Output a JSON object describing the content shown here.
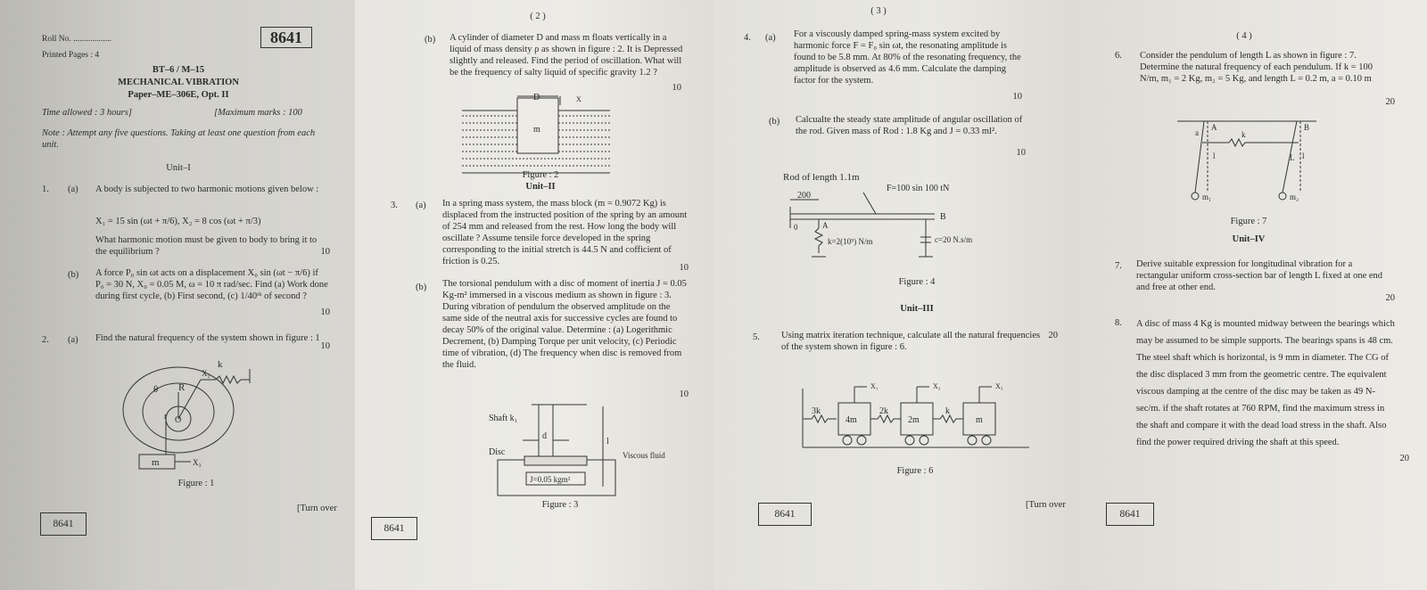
{
  "page1": {
    "roll_no": "Roll No. ..................",
    "paper_code": "8641",
    "printed_pages": "Printed Pages : 4",
    "exam_code": "BT–6 / M–15",
    "subject": "MECHANICAL VIBRATION",
    "paper": "Paper–ME–306E, Opt. II",
    "time": "Time allowed : 3 hours]",
    "marks": "[Maximum marks : 100",
    "note": "Note : Attempt any five questions. Taking at least one question from each unit.",
    "unit": "Unit–I",
    "q1_num": "1.",
    "q1a_label": "(a)",
    "q1a_text": "A body is subjected to two harmonic motions given below :",
    "q1a_eq": "X₁ = 15 sin (ωt + π/6),   X₂ = 8 cos (ωt + π/3)",
    "q1a_text2": "What harmonic motion must be given to body to bring it to the equilibrium ?",
    "q1a_marks": "10",
    "q1b_label": "(b)",
    "q1b_text": "A force P₀ sin ωt acts on a displacement X₀ sin (ωt − π/6) if P₀ = 30 N, X₀ = 0.05 M, ω = 10 π rad/sec. Find (a) Work done during first cycle, (b) First second, (c) 1/40ᵗʰ of second ?",
    "q1b_marks": "10",
    "q2_num": "2.",
    "q2a_label": "(a)",
    "q2a_text": "Find the natural frequency of the system shown in figure : 1",
    "q2a_marks": "10",
    "fig1_theta": "θ",
    "fig1_R": "R",
    "fig1_r": "r",
    "fig1_O": "O",
    "fig1_k": "k",
    "fig1_x2": "X₂",
    "fig1_m": "m",
    "fig1_x3": "X₃",
    "fig1_caption": "Figure : 1",
    "turn_over": "[Turn over",
    "footer_code": "8641"
  },
  "page2": {
    "page_num": "( 2 )",
    "q2b_label": "(b)",
    "q2b_text": "A cylinder of diameter D and mass m floats vertically in a liquid of mass density ρ as shown in figure : 2. It is Depressed slightly and released. Find the period of oscillation. What will be the frequency of salty liquid of specific gravity 1.2 ?",
    "q2b_marks": "10",
    "fig2_D": "D",
    "fig2_x": "X",
    "fig2_m": "m",
    "fig2_caption": "Figure : 2",
    "unit": "Unit–II",
    "q3_num": "3.",
    "q3a_label": "(a)",
    "q3a_text": "In a spring mass system, the mass block (m = 0.9072 Kg) is displaced from the instructed position of the spring by an amount of 254 mm and released from the rest. How long the body will oscillate ? Assume tensile force developed in the spring corresponding to the initial stretch is 44.5 N and cofficient of friction is 0.25.",
    "q3a_marks": "10",
    "q3b_label": "(b)",
    "q3b_text": "The torsional pendulum with a disc of moment of inertia J = 0.05 Kg-m² immersed in a viscous medium as shown in figure : 3. During vibration of pendulum the observed amplitude on the same side of the neutral axis for successive cycles are found to decay 50% of the original value. Determine : (a) Logerithmic Decrement, (b) Damping Torque per unit velocity, (c) Periodic time of vibration, (d) The frequency when disc is removed from the fluid.",
    "q3b_marks": "10",
    "fig3_shaft": "Shaft k₁",
    "fig3_d": "d",
    "fig3_l": "l",
    "fig3_disc": "Disc",
    "fig3_viscous": "Viscous fluid",
    "fig3_J": "J=0.05 kgm²",
    "fig3_caption": "Figure : 3",
    "footer_code": "8641"
  },
  "page3": {
    "page_num": "( 3 )",
    "q4_num": "4.",
    "q4a_label": "(a)",
    "q4a_text": "For a viscously damped spring-mass system excited by harmonic force F = F₀ sin ωt, the resonating amplitude is found to be 5.8 mm. At 80% of the resonating frequency, the amplitude is observed as 4.6 mm. Calculate the damping factor for the system.",
    "q4a_marks": "10",
    "q4b_label": "(b)",
    "q4b_text": "Calcualte the steady state amplitude of angular oscillation of the rod. Given mass of Rod : 1.8 Kg and J = 0.33 ml².",
    "q4b_marks": "10",
    "fig4_rod": "Rod of length 1.1m",
    "fig4_force": "F=100 sin 100 tN",
    "fig4_200": "200",
    "fig4_0": "0",
    "fig4_A": "A",
    "fig4_B": "B",
    "fig4_k": "k=2(10⁵) N/m",
    "fig4_c": "c=20 N.s/m",
    "fig4_caption": "Figure : 4",
    "unit": "Unit–III",
    "q5_num": "5.",
    "q5_text": "Using matrix iteration technique, calculate all the natural frequencies of the system shown in figure : 6.",
    "q5_marks": "20",
    "fig6_3k": "3k",
    "fig6_4m": "4m",
    "fig6_2k": "2k",
    "fig6_2m": "2m",
    "fig6_k": "k",
    "fig6_m": "m",
    "fig6_x1": "X₁",
    "fig6_x2": "X₂",
    "fig6_x3": "X₃",
    "fig6_caption": "Figure : 6",
    "turn_over": "[Turn over",
    "footer_code": "8641"
  },
  "page4": {
    "page_num": "( 4 )",
    "q6_num": "6.",
    "q6_text": "Consider the pendulum of length L as shown in figure : 7. Determine the natural frequency of each pendulum. If k = 100 N/m, m₁ = 2 Kg, m₂ = 5 Kg, and length L = 0.2 m, a = 0.10 m",
    "q6_marks": "20",
    "fig7_a": "a",
    "fig7_A": "A",
    "fig7_B": "B",
    "fig7_k": "k",
    "fig7_L": "L",
    "fig7_l1": "l",
    "fig7_l2": "l",
    "fig7_m1": "m₁",
    "fig7_m2": "m₂",
    "fig7_caption": "Figure : 7",
    "unit": "Unit–IV",
    "q7_num": "7.",
    "q7_text": "Derive suitable expression for longitudinal vibration for a rectangular uniform cross-section bar of length L fixed at one end and free at other end.",
    "q7_marks": "20",
    "q8_num": "8.",
    "q8_text": "A disc of mass 4 Kg is mounted midway between the bearings which may be assumed to be simple supports. The bearings spans is 48 cm. The steel shaft which is horizontal, is 9 mm in diameter. The CG of the disc displaced 3 mm from the geometric centre. The equivalent viscous damping at the centre of the disc may be taken as 49 N-sec/m. if the shaft rotates at 760 RPM, find the maximum stress in the shaft and compare it with the dead load stress in the shaft. Also find the power required driving the shaft at this speed.",
    "q8_marks": "20",
    "footer_code": "8641"
  }
}
